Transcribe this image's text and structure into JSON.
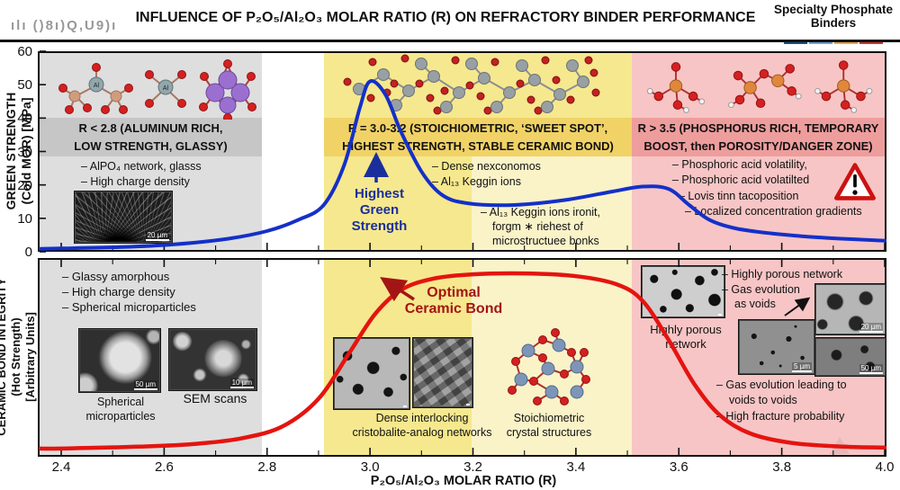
{
  "colors": {
    "zone_gray": "#dedede",
    "zone_gray_band": "#c6c6c6",
    "zone_yellow": "#f6e88e",
    "zone_yellow_pale": "#faf3c8",
    "zone_yellow_band": "#f0d266",
    "zone_red": "#f7c5c5",
    "zone_red_band": "#ee9d9d",
    "brand_colors": [
      "#1f4e79",
      "#6aa3d8",
      "#e5a93d",
      "#cc3333"
    ]
  },
  "header": {
    "watermark": "ılı  ()8ı)Q,U9)ı",
    "title": "INFLUENCE OF P₂O₅/Al₂O₃ MOLAR RATIO (R) ON REFRACTORY BINDER PERFORMANCE",
    "brand_line1": "Specialty Phosphate",
    "brand_line2": "Binders"
  },
  "axes": {
    "top_y_title1": "GREEN STRENGTH",
    "top_y_title2": "(Cold MOR) [MPa]",
    "bottom_y_title1": "CERAMIC BOND INTEGRITY",
    "bottom_y_title2": "(Hot Strength)",
    "bottom_y_title3": "[Arbitrary Units]",
    "x_title": "P₂O₅/Al₂O₃ MOLAR RATIO (R)"
  },
  "top": {
    "gray": {
      "header1": "R < 2.8 (ALUMINUM RICH,",
      "header2": "LOW STRENGTH, GLASSY)",
      "b1": "– AlPO₄ network, glasss",
      "b2": "– High charge density",
      "mol_label": "Al",
      "sem_scale": "20 µm"
    },
    "yellow": {
      "header1": "R = 3.0-3.2 (STOICHIOMETRIC, ‘SWEET SPOT’,",
      "header2": "HIGHEST STRENGTH, STABLE CERAMIC BOND)",
      "ann1": "Highest",
      "ann2": "Green",
      "ann3": "Strength",
      "b1": "– Dense nexconomos",
      "b2": "– Al₁₃ Keggin ions",
      "c1": "– Al₁₃ Keggin ions ironit,",
      "c2": "forgm ∗ riehest of",
      "c3": "microstructuee bonks"
    },
    "red": {
      "header1": "R > 3.5 (PHOSPHORUS RICH, TEMPORARY",
      "header2": "BOOST, then POROSITY/DANGER ZONE)",
      "b1": "– Phosphoric acid volatility,",
      "b2": "– Phosphoric acid volatilted",
      "b3": "– Lovis tinn tacoposition",
      "b4": "– Localized concentration gradients"
    }
  },
  "bottom": {
    "gray": {
      "b1": "– Glassy amorphous",
      "b2": "– High charge density",
      "b3": "– Spherical microparticles",
      "cap1a": "Spherical",
      "cap1b": "microparticles",
      "cap2": "SEM scans",
      "scale1": "50 µm",
      "scale2": "10 µm"
    },
    "yellow": {
      "ann1": "Optimal",
      "ann2": "Ceramic Bond",
      "cap1a": "Dense interlocking",
      "cap1b": "cristobalite-analog networks",
      "cap2a": "Stoichiometric",
      "cap2b": "crystal structures"
    },
    "red": {
      "b1": "– Highly porous network",
      "b2": "– Gas evolution",
      "b3": "as voids",
      "cap1a": "Highly porous",
      "cap1b": "network",
      "b4": "– Gas evolution leading to",
      "b5": "voids to voids",
      "b6": "– High fracture probability",
      "scale1": "20 µm",
      "scale2": "5 µm",
      "scale3": "50 µm"
    }
  },
  "chart_data": {
    "type": "line",
    "title": "INFLUENCE OF P₂O₅/Al₂O₃ MOLAR RATIO (R) ON REFRACTORY BINDER PERFORMANCE",
    "xlabel": "P₂O₅/Al₂O₃ MOLAR RATIO (R)",
    "x_range": [
      2.4,
      4.0
    ],
    "x_ticks": [
      2.4,
      2.6,
      2.8,
      3.0,
      3.2,
      3.4,
      3.6,
      3.8,
      4.0
    ],
    "grid": false,
    "zones": [
      {
        "label": "R < 2.8 aluminum rich",
        "x": [
          2.4,
          2.79
        ],
        "color": "#dedede"
      },
      {
        "label": "R = 3.0-3.2 stoichiometric sweet spot",
        "x": [
          2.91,
          3.5
        ],
        "color": "#f6e88e"
      },
      {
        "label": "R > 3.5 phosphorus rich danger zone",
        "x": [
          3.5,
          4.0
        ],
        "color": "#f7c5c5"
      }
    ],
    "annotations": [
      "Highest Green Strength",
      "Optimal Ceramic Bond"
    ],
    "panels": [
      {
        "name": "green_strength",
        "ylabel": "GREEN STRENGTH (Cold MOR) [MPa]",
        "y_range": [
          0,
          60
        ],
        "y_ticks": [
          0,
          10,
          20,
          30,
          40,
          50,
          60
        ],
        "color": "#1430c8",
        "points": [
          [
            2.36,
            0.9
          ],
          [
            2.4,
            1.0
          ],
          [
            2.52,
            1.4
          ],
          [
            2.62,
            2.2
          ],
          [
            2.72,
            3.8
          ],
          [
            2.8,
            6.2
          ],
          [
            2.86,
            9.5
          ],
          [
            2.91,
            14
          ],
          [
            2.95,
            26
          ],
          [
            2.98,
            43
          ],
          [
            3.0,
            51
          ],
          [
            3.03,
            47
          ],
          [
            3.06,
            36
          ],
          [
            3.1,
            24
          ],
          [
            3.14,
            17
          ],
          [
            3.19,
            14.5
          ],
          [
            3.28,
            14
          ],
          [
            3.38,
            15.5
          ],
          [
            3.47,
            18
          ],
          [
            3.53,
            19.5
          ],
          [
            3.58,
            18.8
          ],
          [
            3.62,
            14
          ],
          [
            3.66,
            9.5
          ],
          [
            3.71,
            7
          ],
          [
            3.78,
            5.5
          ],
          [
            3.87,
            4.3
          ],
          [
            4.0,
            3.3
          ]
        ]
      },
      {
        "name": "ceramic_bond_integrity",
        "ylabel": "CERAMIC BOND INTEGRITY (Hot Strength) [Arbitrary Units]",
        "y_range": [
          0,
          100
        ],
        "y_ticks": [],
        "color": "#e41410",
        "points": [
          [
            2.36,
            3
          ],
          [
            2.4,
            3
          ],
          [
            2.55,
            4
          ],
          [
            2.66,
            5.5
          ],
          [
            2.75,
            8.5
          ],
          [
            2.83,
            15
          ],
          [
            2.9,
            30
          ],
          [
            2.96,
            55
          ],
          [
            3.01,
            76
          ],
          [
            3.06,
            89
          ],
          [
            3.12,
            95
          ],
          [
            3.2,
            97.5
          ],
          [
            3.3,
            98
          ],
          [
            3.4,
            96.5
          ],
          [
            3.48,
            92
          ],
          [
            3.53,
            83
          ],
          [
            3.58,
            62
          ],
          [
            3.63,
            38
          ],
          [
            3.68,
            21
          ],
          [
            3.74,
            11
          ],
          [
            3.82,
            6
          ],
          [
            3.92,
            4
          ],
          [
            4.0,
            3.5
          ]
        ]
      }
    ]
  }
}
